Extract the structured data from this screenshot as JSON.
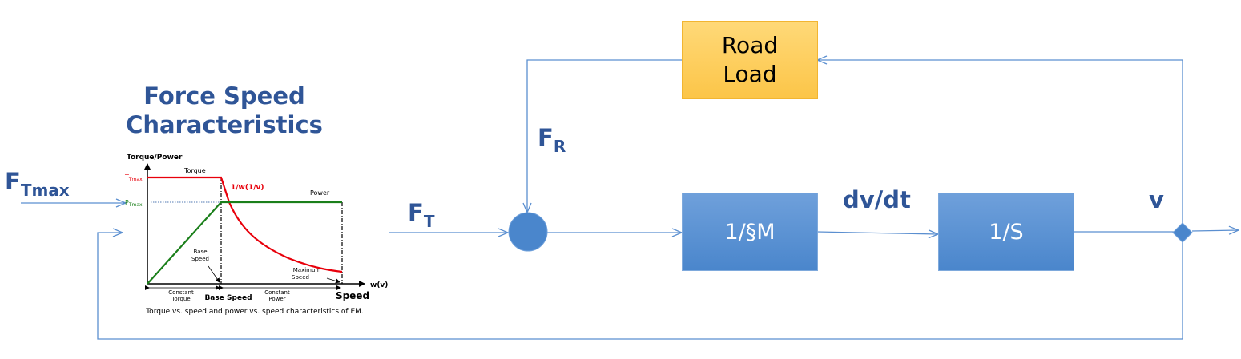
{
  "title": {
    "line1": "Force Speed",
    "line2": "Characteristics"
  },
  "input": {
    "main": "F",
    "sub": "Tmax"
  },
  "ft": {
    "main": "F",
    "sub": "T"
  },
  "fr": {
    "main": "F",
    "sub": "R"
  },
  "blocks": {
    "road_load_line1": "Road",
    "road_load_line2": "Load",
    "mass": "1/§M",
    "integrator": "1/S"
  },
  "signals": {
    "dvdt": "dv/dt",
    "v": "v"
  },
  "chart": {
    "y_title": "Torque/Power",
    "t_max": "T",
    "t_max_sub": "Tmax",
    "p_max": "P",
    "p_max_sub": "Tmax",
    "torque_label": "Torque",
    "power_label": "Power",
    "curve_label": "1/w(1/v)",
    "base_speed_note_1": "Base",
    "base_speed_note_2": "Speed",
    "max_speed_note_1": "Maximum",
    "max_speed_note_2": "Speed",
    "x_axis_label": "w(v)",
    "region_1_line1": "Constant",
    "region_1_line2": "Torque",
    "region_2_line1": "Constant",
    "region_2_line2": "Power",
    "base_speed": "Base Speed",
    "speed": "Speed",
    "caption": "Torque vs. speed and power vs. speed characteristics of EM."
  },
  "colors": {
    "accent_blue": "#2f5597",
    "line_blue": "#5b8fd0",
    "torque_red": "#e8000b",
    "power_green": "#1a7f1a",
    "orange": "#fcc548"
  }
}
